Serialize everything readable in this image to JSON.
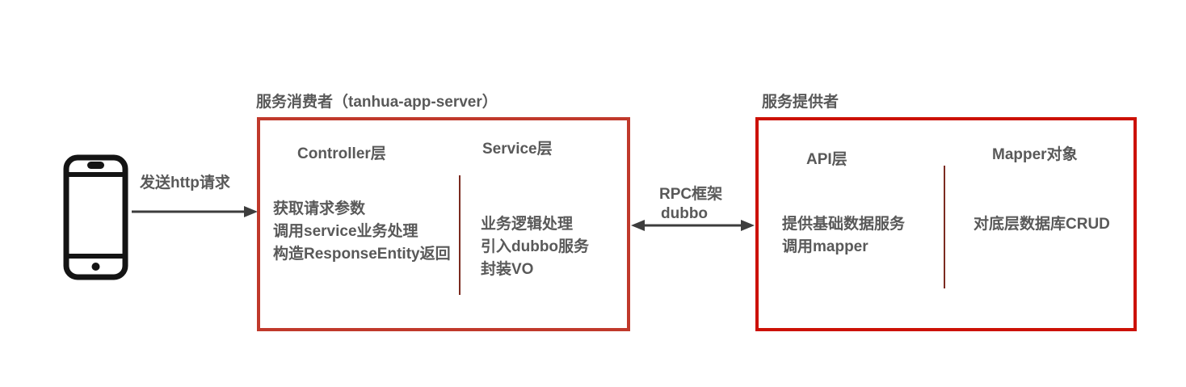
{
  "diagram": {
    "client": {
      "icon": "smartphone-icon",
      "arrow_label": "发送http请求"
    },
    "consumer": {
      "title": "服务消费者（tanhua-app-server）",
      "columns": [
        {
          "header": "Controller层",
          "lines": [
            "获取请求参数",
            "调用service业务处理",
            "构造ResponseEntity返回"
          ]
        },
        {
          "header": "Service层",
          "lines": [
            "业务逻辑处理",
            "引入dubbo服务",
            "封装VO"
          ]
        }
      ]
    },
    "rpc": {
      "line1": "RPC框架",
      "line2": "dubbo"
    },
    "provider": {
      "title": "服务提供者",
      "columns": [
        {
          "header": "API层",
          "lines": [
            "提供基础数据服务",
            "调用mapper"
          ]
        },
        {
          "header": "Mapper对象",
          "lines": [
            "对底层数据库CRUD"
          ]
        }
      ]
    },
    "colors": {
      "consumer_border": "#c0392b",
      "provider_border": "#cc1105",
      "divider": "#7b2b20",
      "text": "#595959",
      "arrow": "#3d3d3d",
      "phone": "#141414"
    }
  }
}
